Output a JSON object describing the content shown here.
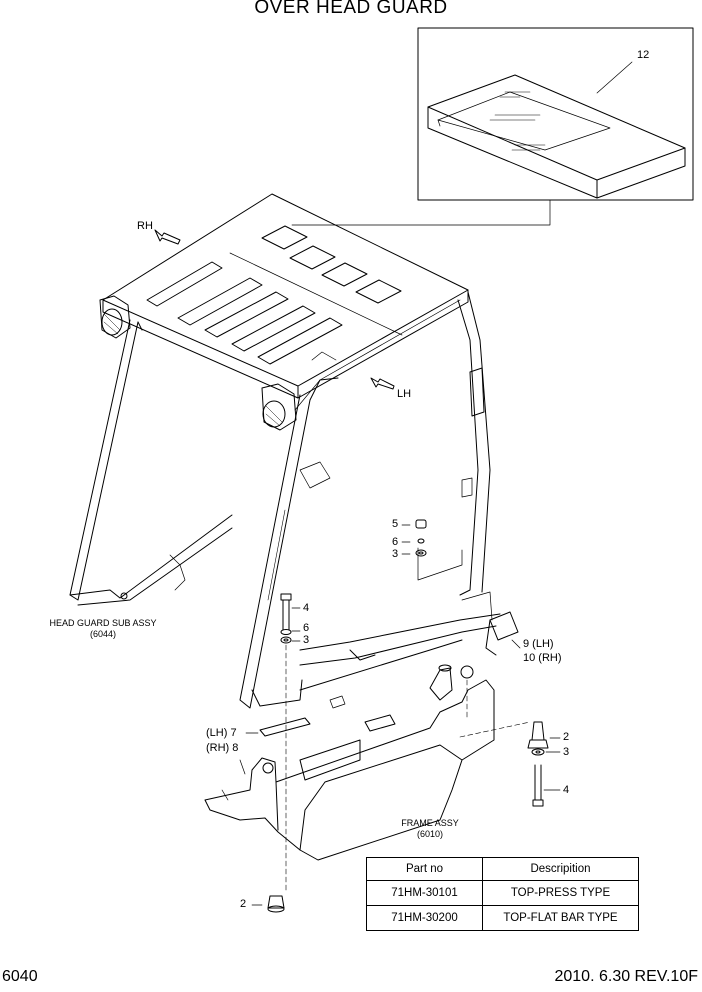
{
  "title": "OVER HEAD GUARD",
  "callouts": {
    "p12": "12",
    "rh_arrow": "RH",
    "lh_arrow": "LH",
    "p5": "5",
    "p6a": "6",
    "p3a": "3",
    "p4a": "4",
    "p6b": "6",
    "p3b": "3",
    "p9": "9 (LH)",
    "p10": "10 (RH)",
    "p7": "(LH) 7",
    "p8": "(RH) 8",
    "p2a": "2",
    "p3c": "3",
    "p4b": "4",
    "p2b": "2"
  },
  "assemblies": {
    "head_guard_name": "HEAD GUARD SUB ASSY",
    "head_guard_ref": "(6044)",
    "frame_name": "FRAME ASSY",
    "frame_ref": "(6010)"
  },
  "parts_table": {
    "headers": [
      "Part no",
      "Descripition"
    ],
    "rows": [
      [
        "71HM-30101",
        "TOP-PRESS TYPE"
      ],
      [
        "71HM-30200",
        "TOP-FLAT BAR TYPE"
      ]
    ]
  },
  "footer": {
    "page_code": "6040",
    "revision": "2010. 6.30  REV.10F"
  }
}
